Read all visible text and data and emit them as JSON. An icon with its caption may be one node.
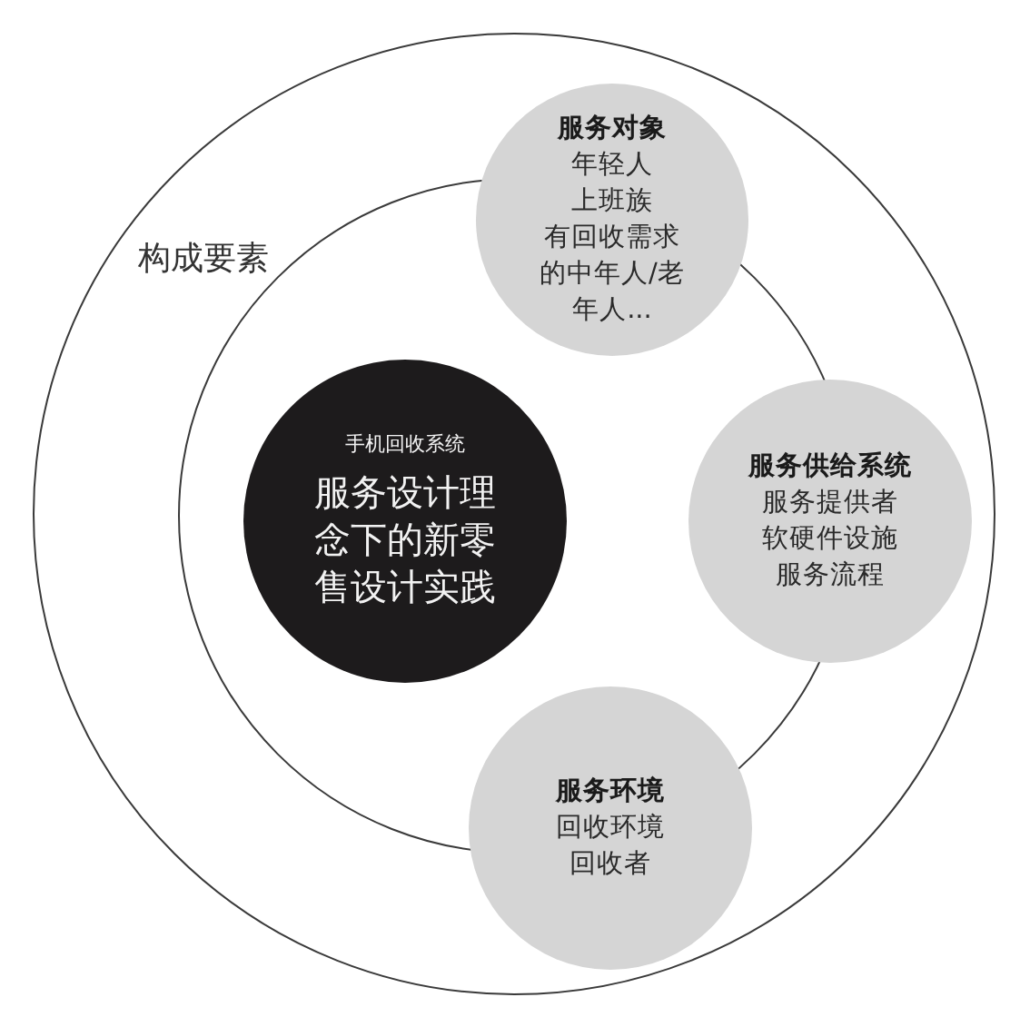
{
  "diagram": {
    "nodes": [
      {
        "text": [],
        "shape": "circle"
      },
      {
        "text": [],
        "shape": "circle",
        "in": 0
      },
      {
        "text": [
          "手机回收系统",
          "服务设计理念下的新零售设计实践"
        ],
        "in": 1
      },
      {
        "text": [
          "服务对象",
          "年轻人",
          "上班族",
          "有回收需求的中年人/老年人..."
        ],
        "in": 0
      },
      {
        "text": [
          "服务供给系统",
          "服务提供者",
          "软硬件设施",
          "服务流程"
        ],
        "in": 0
      },
      {
        "text": [
          "服务环境",
          "回收环境",
          "回收者"
        ],
        "in": 0
      }
    ],
    "labels": [
      "构成要素"
    ]
  }
}
